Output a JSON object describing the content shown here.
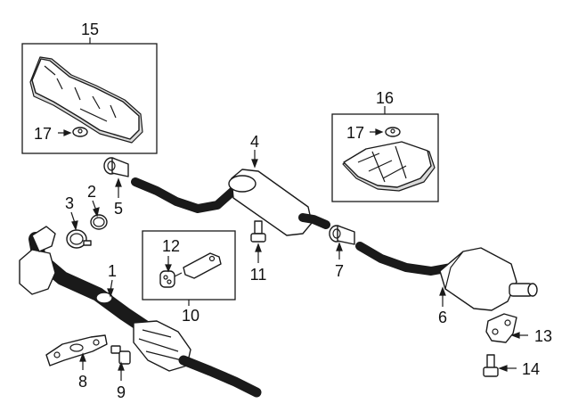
{
  "callouts": {
    "c1": "1",
    "c2": "2",
    "c3": "3",
    "c4": "4",
    "c5": "5",
    "c6": "6",
    "c7": "7",
    "c8": "8",
    "c9": "9",
    "c10": "10",
    "c11": "11",
    "c12": "12",
    "c13": "13",
    "c14": "14",
    "c15": "15",
    "c16": "16",
    "c17a": "17",
    "c17b": "17"
  },
  "parts": [
    {
      "callout": "1",
      "icon": "front-pipe-catalytic-converter-icon"
    },
    {
      "callout": "2",
      "icon": "gasket-ring-icon"
    },
    {
      "callout": "3",
      "icon": "pipe-clamp-icon"
    },
    {
      "callout": "4",
      "icon": "intermediate-pipe-resonator-icon"
    },
    {
      "callout": "5",
      "icon": "pipe-clamp-icon"
    },
    {
      "callout": "6",
      "icon": "rear-muffler-icon"
    },
    {
      "callout": "7",
      "icon": "pipe-clamp-icon"
    },
    {
      "callout": "8",
      "icon": "flange-gasket-icon"
    },
    {
      "callout": "9",
      "icon": "bolt-icon"
    },
    {
      "callout": "10",
      "icon": "hanger-bracket-icon"
    },
    {
      "callout": "11",
      "icon": "bolt-icon"
    },
    {
      "callout": "12",
      "icon": "insulator-icon"
    },
    {
      "callout": "13",
      "icon": "muffler-bracket-icon"
    },
    {
      "callout": "14",
      "icon": "bolt-icon"
    },
    {
      "callout": "15",
      "icon": "front-heat-shield-icon"
    },
    {
      "callout": "16",
      "icon": "rear-heat-shield-icon"
    },
    {
      "callout": "17",
      "icon": "push-nut-icon"
    }
  ]
}
